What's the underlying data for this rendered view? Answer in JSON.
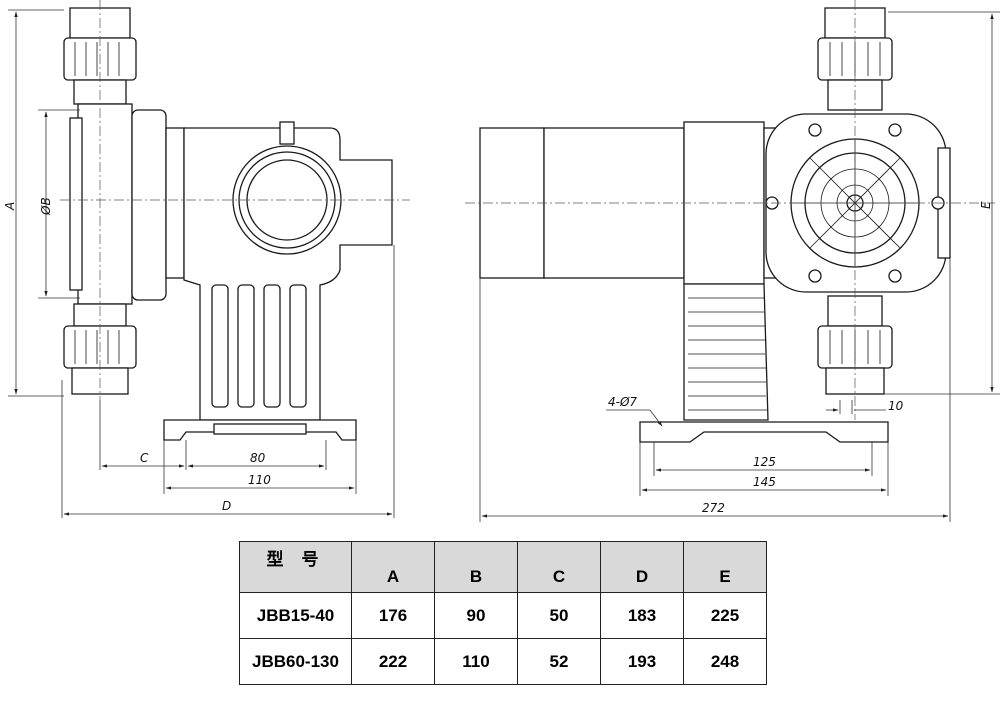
{
  "dimensions": {
    "A": "A",
    "B": "ØB",
    "C": "C",
    "D": "D",
    "E": "E",
    "d80": "80",
    "d110": "110",
    "d125": "125",
    "d145": "145",
    "d272": "272",
    "d10": "10",
    "holes": "4-Ø7"
  },
  "table": {
    "headers": [
      "型 号",
      "A",
      "B",
      "C",
      "D",
      "E"
    ],
    "rows": [
      [
        "JBB15-40",
        "176",
        "90",
        "50",
        "183",
        "225"
      ],
      [
        "JBB60-130",
        "222",
        "110",
        "52",
        "193",
        "248"
      ]
    ]
  }
}
